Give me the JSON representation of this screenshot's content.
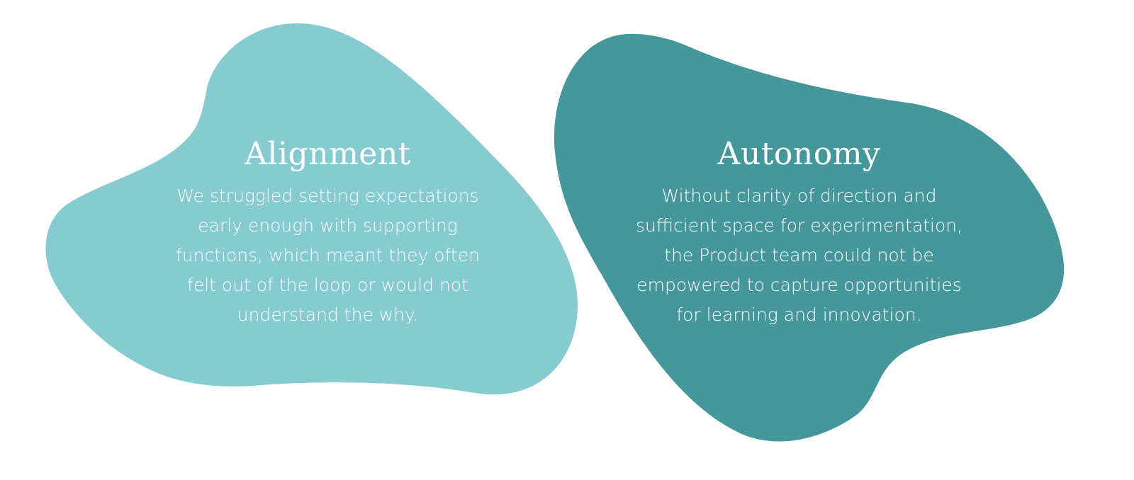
{
  "colors": {
    "left_blob": "#86cbd0",
    "right_blob": "#46979c",
    "text": "#ffffff",
    "background": "#ffffff"
  },
  "cards": [
    {
      "title": "Alignment",
      "lines": [
        "We struggled setting expectations",
        "early enough with supporting",
        "functions, which meant they often",
        "felt out of the loop or would not",
        "understand the why."
      ]
    },
    {
      "title": "Autonomy",
      "lines": [
        "Without clarity of direction and",
        "sufficient space for experimentation,",
        "the Product team could not be",
        "empowered to capture opportunities",
        "for learning and innovation."
      ]
    }
  ]
}
